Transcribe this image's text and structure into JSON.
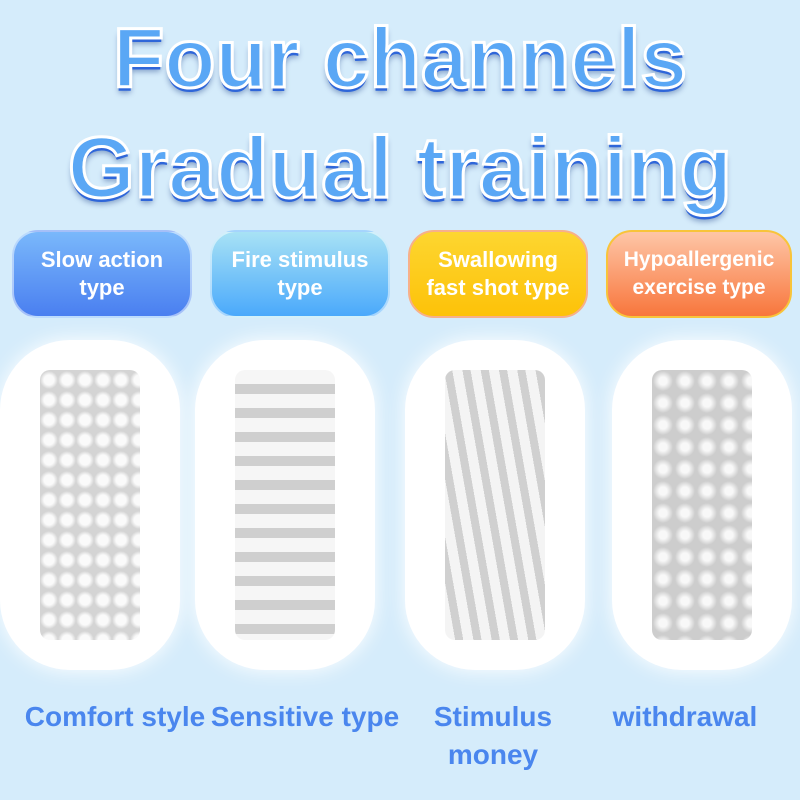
{
  "headline": {
    "line1": "Four channels",
    "line2": "Gradual training"
  },
  "channels": [
    {
      "badge": "Slow  action type",
      "caption": "Comfort style",
      "color": "#4a7ff0"
    },
    {
      "badge": "Fire stimulus type",
      "caption": "Sensitive type",
      "color": "#4aa9fb"
    },
    {
      "badge": "Swallowing fast shot type",
      "caption": "Stimulus money",
      "color": "#fdc209"
    },
    {
      "badge": "Hypoallergenic exercise type",
      "caption": "withdrawal",
      "color": "#f8763c"
    }
  ]
}
